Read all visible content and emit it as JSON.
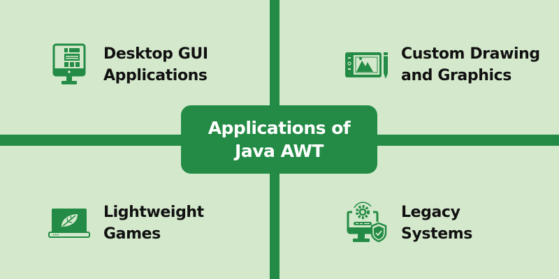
{
  "diagram": {
    "title": {
      "line1": "Applications of",
      "line2": "Java AWT"
    },
    "colors": {
      "background": "#d4e9cc",
      "accent": "#238b45",
      "text": "#111111",
      "title_text": "#ffffff"
    },
    "items": [
      {
        "icon": "desktop-gui-monitor-icon",
        "line1": "Desktop GUI",
        "line2": "Applications"
      },
      {
        "icon": "drawing-tablet-pen-icon",
        "line1": "Custom Drawing",
        "line2": "and Graphics"
      },
      {
        "icon": "laptop-leaf-icon",
        "line1": "Lightweight",
        "line2": "Games"
      },
      {
        "icon": "monitor-gear-shield-icon",
        "line1": "Legacy",
        "line2": "Systems"
      }
    ]
  }
}
